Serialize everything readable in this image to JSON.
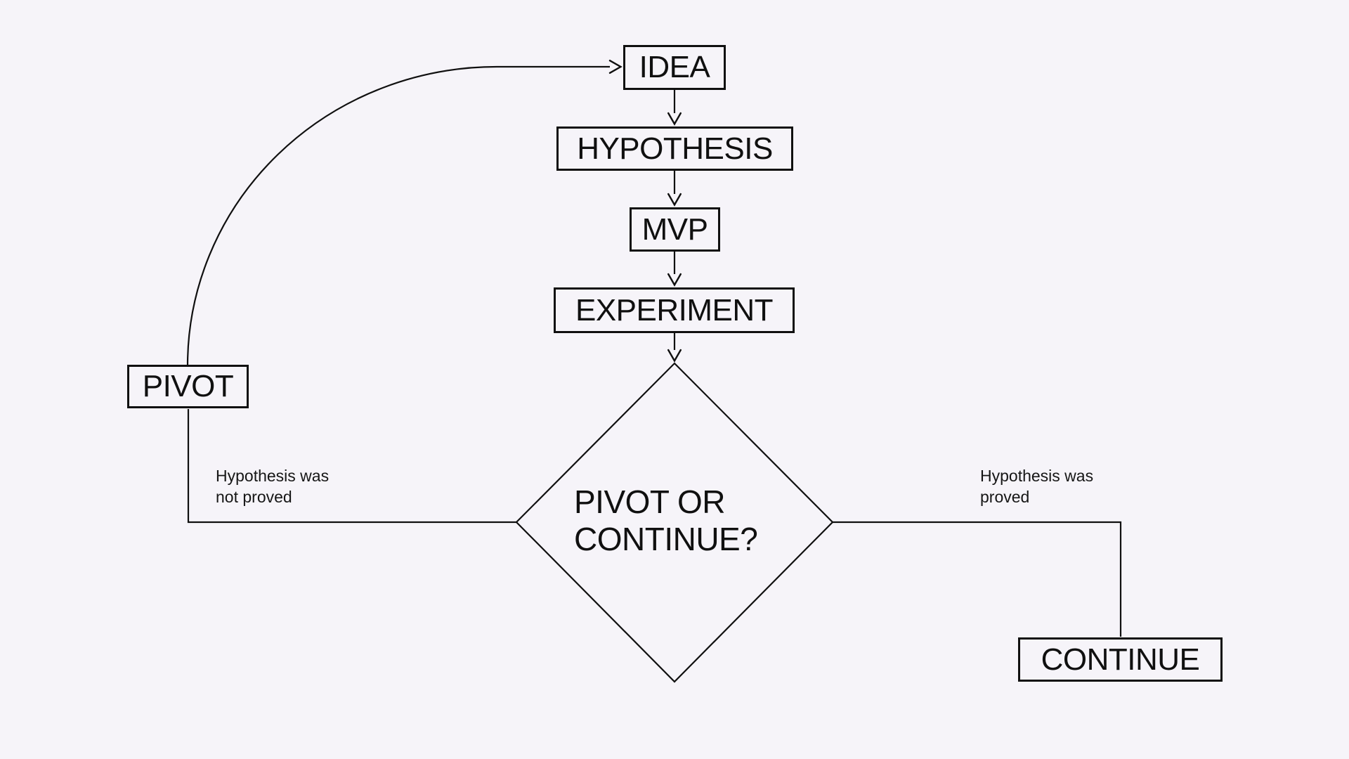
{
  "diagram": {
    "title": "Build-Measure-Learn pivot-or-continue flowchart",
    "background_color": "#f6f4f9",
    "line_color": "#101010",
    "nodes": {
      "idea": {
        "label": "IDEA",
        "shape": "rect"
      },
      "hypothesis": {
        "label": "HYPOTHESIS",
        "shape": "rect"
      },
      "mvp": {
        "label": "MVP",
        "shape": "rect"
      },
      "experiment": {
        "label": "EXPERIMENT",
        "shape": "rect"
      },
      "decision": {
        "line1": "PIVOT OR",
        "line2": "CONTINUE?",
        "shape": "diamond"
      },
      "pivot": {
        "label": "PIVOT",
        "shape": "rect"
      },
      "continue": {
        "label": "CONTINUE",
        "shape": "rect"
      }
    },
    "edges": [
      {
        "from": "idea",
        "to": "hypothesis",
        "arrow": true
      },
      {
        "from": "hypothesis",
        "to": "mvp",
        "arrow": true
      },
      {
        "from": "mvp",
        "to": "experiment",
        "arrow": true
      },
      {
        "from": "experiment",
        "to": "decision",
        "arrow": true
      },
      {
        "from": "decision",
        "to": "pivot",
        "arrow": false
      },
      {
        "from": "decision",
        "to": "continue",
        "arrow": false
      },
      {
        "from": "pivot",
        "to": "idea",
        "arrow": true
      }
    ],
    "edge_labels": {
      "not_proved": {
        "line1": "Hypothesis was",
        "line2": "not proved"
      },
      "proved": {
        "line1": "Hypothesis was",
        "line2": "proved"
      }
    }
  }
}
